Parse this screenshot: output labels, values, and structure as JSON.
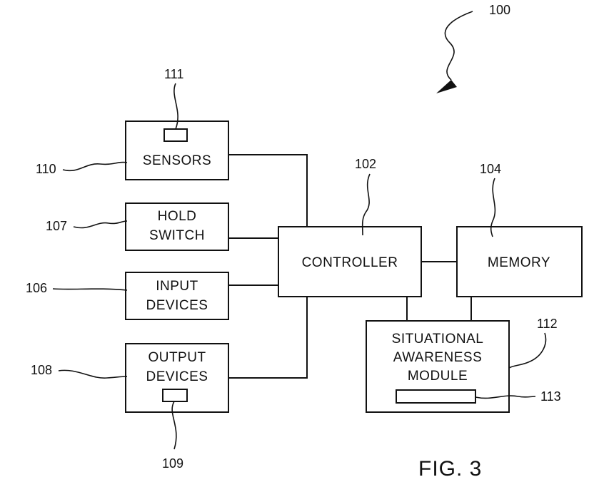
{
  "blocks": {
    "sensors": "SENSORS",
    "hold_switch": [
      "HOLD",
      "SWITCH"
    ],
    "input_devices": [
      "INPUT",
      "DEVICES"
    ],
    "output_devices": [
      "OUTPUT",
      "DEVICES"
    ],
    "controller": "CONTROLLER",
    "memory": "MEMORY",
    "situational_awareness_module": [
      "SITUATIONAL",
      "AWARENESS",
      "MODULE"
    ]
  },
  "refs": {
    "system": "100",
    "controller": "102",
    "memory": "104",
    "input_devices": "106",
    "hold_switch": "107",
    "output_devices": "108",
    "output_element": "109",
    "sensors": "110",
    "sensor_element": "111",
    "situational_awareness_module": "112",
    "module_element": "113"
  },
  "figure_label": "FIG. 3"
}
